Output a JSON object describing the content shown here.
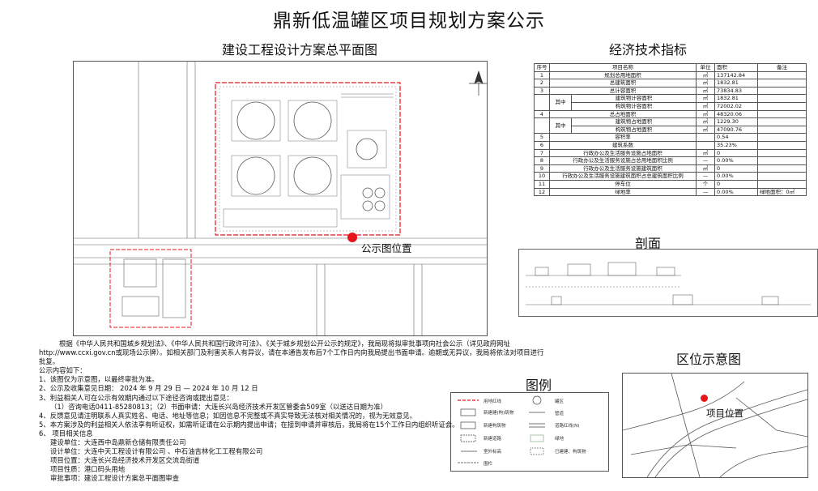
{
  "page_title": "鼎新低温罐区项目规划方案公示",
  "plan": {
    "title": "建设工程设计方案总平面图",
    "marker_label": "公示图位置",
    "marker_color": "#e8141b"
  },
  "econ": {
    "title": "经济技术指标",
    "headers": {
      "no": "序号",
      "name": "项目名称",
      "unit": "单位",
      "value": "面积",
      "remark": "备注"
    },
    "rows": [
      {
        "no": "1",
        "name": "规划总用地面积",
        "unit": "㎡",
        "value": "137142.84",
        "remark": ""
      },
      {
        "no": "2",
        "name": "总建筑面积",
        "unit": "㎡",
        "value": "1832.81",
        "remark": ""
      },
      {
        "no": "3",
        "name": "总计容面积",
        "unit": "㎡",
        "value": "73834.83",
        "remark": ""
      },
      {
        "no": "",
        "sub": "其中",
        "name": "建筑物计容面积",
        "unit": "㎡",
        "value": "1832.81",
        "remark": ""
      },
      {
        "no": "",
        "sub": "",
        "name": "构筑物计容面积",
        "unit": "㎡",
        "value": "72002.02",
        "remark": ""
      },
      {
        "no": "4",
        "name": "总占地面积",
        "unit": "㎡",
        "value": "48320.06",
        "remark": ""
      },
      {
        "no": "",
        "sub": "其中",
        "name": "建筑物占地面积",
        "unit": "㎡",
        "value": "1229.30",
        "remark": ""
      },
      {
        "no": "",
        "sub": "",
        "name": "构筑物占地面积",
        "unit": "㎡",
        "value": "47090.76",
        "remark": ""
      },
      {
        "no": "5",
        "name": "容积率",
        "unit": "",
        "value": "0.54",
        "remark": ""
      },
      {
        "no": "6",
        "name": "建筑系数",
        "unit": "",
        "value": "35.23%",
        "remark": ""
      },
      {
        "no": "7",
        "name": "行政办公及生活服务设施占地面积",
        "unit": "㎡",
        "value": "0",
        "remark": ""
      },
      {
        "no": "8",
        "name": "行政办公及生活服务设施占总用地面积比例",
        "unit": "—",
        "value": "0.00%",
        "remark": ""
      },
      {
        "no": "9",
        "name": "行政办公及生活服务设施建筑面积",
        "unit": "㎡",
        "value": "0",
        "remark": ""
      },
      {
        "no": "10",
        "name": "行政办公及生活服务设施建筑面积占总建筑面积比例",
        "unit": "—",
        "value": "0.00%",
        "remark": ""
      },
      {
        "no": "11",
        "name": "停车位",
        "unit": "个",
        "value": "0",
        "remark": ""
      },
      {
        "no": "12",
        "name": "绿地率",
        "unit": "—",
        "value": "0.00%",
        "remark": "绿地面积：0㎡"
      }
    ]
  },
  "section": {
    "title": "剖面"
  },
  "legend": {
    "title": "图例",
    "items": [
      "用地红线",
      "罐区",
      "新建建(构)筑物",
      "管道",
      "新建构筑物",
      "道路红线(N)",
      "新建道路",
      "绿地",
      "室外标高",
      "已建建、构筑物",
      "围栏"
    ]
  },
  "location": {
    "title": "区位示意图",
    "marker_label": "项目位置"
  },
  "body": {
    "lines": [
      "根据《中华人民共和国城乡规划法》、《中华人民共和国行政许可法》、《关于城乡规划公开公示的规定》，我局现将拟审批事项向社会公示（详见政府网址",
      "http://www.ccxi.gov.cn或现场公示牌）。如相关部门及利害关系人有异议，请在本通告发布后7个工作日内向我局提出书面申请。逾期或无异议，我局将依法对项目进行",
      "批复。",
      "公示内容如下：",
      "1、该图仅为示意图，以最终审批为准。",
      "2、公示及收集意见日期：   2024 年  9 月 29 日       —   2024 年 10 月 12 日",
      "3、利益相关人可在公示有效期内通过以下途径咨询或提出意见：",
      "（1）咨询电话0411-85280813；（2）书面申请：大连长兴岛经济技术开发区管委会509室（以送达日期为准）",
      "4、反馈意见请注明联系人真实姓名、电话、地址等信息；如因信息不完整或不真实导致无法核对相关情况的，视为无效意见。",
      "5、本方案涉及的利益相关人依法享有听证权，如需听证请在公示期内提出申请；在接到申请并审核后，我局将在15个工作日内组织听证会。",
      "6、 项目相关信息"
    ],
    "info": [
      "建设单位：大连西中岛鼎新仓储有限责任公司",
      "设计单位：大连中天工程设计有限公司 、中石油吉林化工工程有限公司",
      "项目位置：大连长兴岛经济技术开发区交流岛街道",
      "项目性质：港口码头用地",
      "审批事项：建设工程设计方案总平面图审查"
    ]
  }
}
